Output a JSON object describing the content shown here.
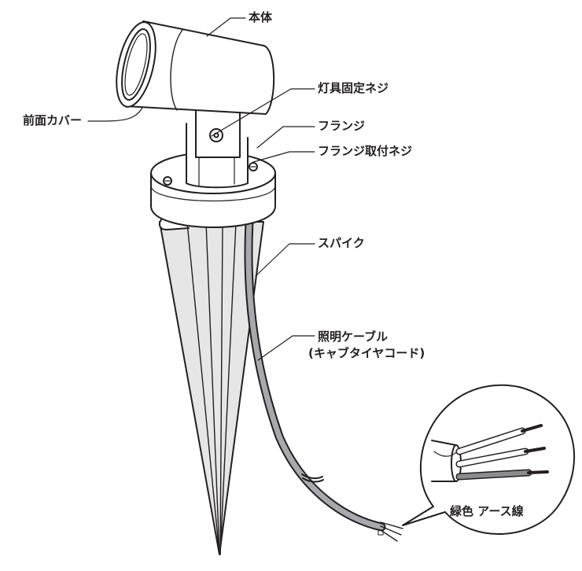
{
  "labels": {
    "body": "本体",
    "fixture_screw": "灯具固定ネジ",
    "front_cover": "前面カバー",
    "flange": "フランジ",
    "flange_screw": "フランジ取付ネジ",
    "spike": "スパイク",
    "cable_line1": "照明ケーブル",
    "cable_line2": "(キャブタイヤコード)",
    "ground_wire": "緑色 アース線"
  },
  "colors": {
    "outline": "#231f20",
    "spike_fill": "#e6e6e6",
    "cable_fill": "#a7a9ac",
    "ground_wire": "#8a8c8e"
  }
}
